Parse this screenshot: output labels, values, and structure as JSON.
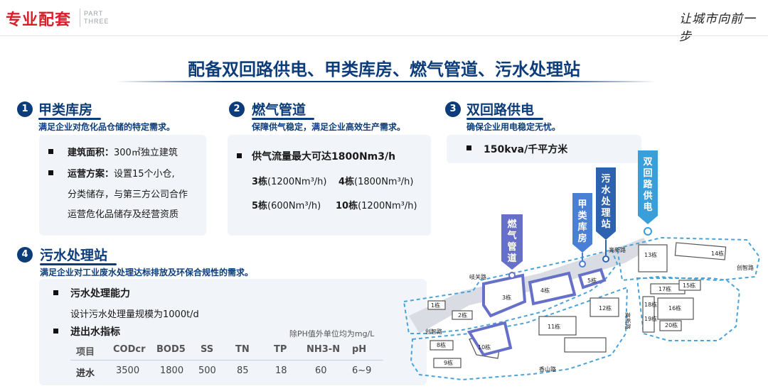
{
  "header": {
    "title": "专业配套",
    "part_line1": "PART",
    "part_line2": "THREE",
    "brand": "让城市向前一步"
  },
  "main_title": "配备双回路供电、甲类库房、燃气管道、污水处理站",
  "sections": [
    {
      "num": "1",
      "title": "甲类库房",
      "subtitle": "满足企业对危化品仓储的特定需求。",
      "items": [
        {
          "label": "建筑面积：",
          "text": "300㎡独立建筑"
        },
        {
          "label": "运营方案：",
          "text": "设置15个小仓,",
          "cont1": "分类储存，与第三方公司合作",
          "cont2": "运营危化品储存及经营资质"
        }
      ]
    },
    {
      "num": "2",
      "title": "燃气管道",
      "subtitle": "保障供气稳定，满足企业高效生产需求。",
      "headline": "供气流量最大可达1800Nm3/h",
      "rows": [
        {
          "a_label": "3栋",
          "a_val": "(1200Nm³/h)",
          "b_label": "4栋",
          "b_val": "(1800Nm³/h)"
        },
        {
          "a_label": "5栋",
          "a_val": "(600Nm³/h)",
          "b_label": "10栋",
          "b_val": "(1200Nm³/h)"
        }
      ]
    },
    {
      "num": "3",
      "title": "双回路供电",
      "subtitle": "确保企业用电稳定无忧。",
      "item": "150kva/千平方米"
    },
    {
      "num": "4",
      "title": "污水处理站",
      "subtitle": "满足企业对工业废水处理达标排放及环保合规性的需求。",
      "capacity_label": "污水处理能力",
      "capacity_text": "设计污水处理量规模为1000t/d",
      "index_label": "进出水指标",
      "note": "除PH值外单位均为mg/L",
      "table": {
        "headers": [
          "项目",
          "CODcr",
          "BOD5",
          "SS",
          "TN",
          "TP",
          "NH3-N",
          "pH"
        ],
        "row": [
          "进水",
          "3500",
          "1800",
          "500",
          "85",
          "18",
          "60",
          "6~9"
        ]
      }
    }
  ],
  "map": {
    "pins": [
      {
        "text": [
          "燃",
          "气",
          "管",
          "道"
        ],
        "color": "#6770c8"
      },
      {
        "text": [
          "甲",
          "类",
          "库",
          "房"
        ],
        "color": "#4a7fd6"
      },
      {
        "text": [
          "污",
          "水",
          "处",
          "理",
          "站"
        ],
        "color": "#2d62b0"
      },
      {
        "text": [
          "双",
          "回",
          "路",
          "供",
          "电"
        ],
        "color": "#3a9fd8"
      }
    ],
    "buildings": [
      "1栋",
      "2栋",
      "3栋",
      "4栋",
      "5栋",
      "8栋",
      "9栋",
      "10栋",
      "11栋",
      "12栋",
      "13栋",
      "14栋",
      "15栋",
      "16栋",
      "17栋",
      "18栋",
      "19栋",
      "20栋"
    ],
    "roads": [
      "岐关路",
      "创智路",
      "创智路",
      "香山路",
      "高新路",
      "高新路"
    ]
  }
}
